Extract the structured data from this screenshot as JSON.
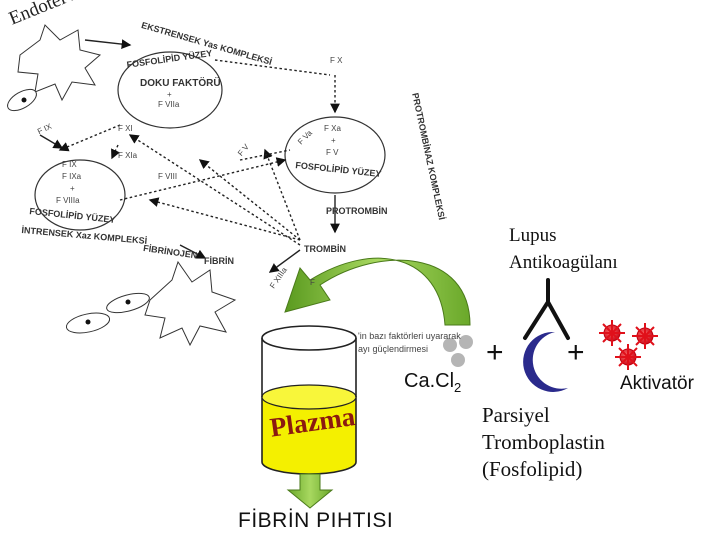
{
  "cascade": {
    "endothelial_damage": "Endotel Hasarı",
    "extrinsic_complex": "EKSTRENSEK Yas KOMPLEKSİ",
    "phospholipid_surface_1": "FOSFOLİPİD YÜZEY",
    "tissue_factor": "DOKU FAKTÖRÜ",
    "plus_1": "+",
    "fviia": "F VIIa",
    "fx": "F X",
    "fxi": "F XI",
    "fxia": "F XIa",
    "fix": "F IX",
    "fix_short": "F IX",
    "fixa": "F IXa",
    "plus_2": "+",
    "fviiia": "F VIIIa",
    "phospholipid_surface_2": "FOSFOLİPİD YÜZEY",
    "intrinsic_complex": "İNTRENSEK Xaz KOMPLEKSİ",
    "fviii": "F VIII",
    "fv_side": "F V",
    "fxa": "F Xa",
    "fva": "F Va",
    "plus_3": "+",
    "fv": "F V",
    "phospholipid_surface_3": "FOSFOLİPİD YÜZEY",
    "prothrombinase_complex": "PROTROMBİNAZ KOMPLEKSİ",
    "prothrombin": "PROTROMBİN",
    "thrombin": "TROMBİN",
    "fibrinogen": "FİBRİNOJEN",
    "fibrin": "FİBRİN",
    "fxiiia": "F XIIIa",
    "fxiii": "F"
  },
  "assay": {
    "lupus_anticoagulant_line1": "Lupus",
    "lupus_anticoagulant_line2": "Antikoagülanı",
    "note_line1": "'in bazı faktörleri uyararak",
    "note_line2": "ayı güçlendirmesi",
    "plasma": "Plazma",
    "cacl2": "Ca.Cl",
    "cacl2_sub": "2",
    "plus_a": "+",
    "plus_b": "+",
    "activator": "Aktivatör",
    "partial_1": "Parsiyel",
    "partial_2": "Tromboplastin",
    "partial_3": "(Fosfolipid)",
    "result": "FİBRİN PIHTISI"
  },
  "colors": {
    "plasma_yellow": "#f4f000",
    "cylinder_outline": "#222222",
    "green_arrow": "#8cc63f",
    "green_arrow_dark": "#5a9a1f",
    "phospholipid_blue": "#2a2a8c",
    "activator_red": "#e0101a",
    "ca_gray": "#b0b0b0",
    "plasma_text": "#8b1a10"
  }
}
